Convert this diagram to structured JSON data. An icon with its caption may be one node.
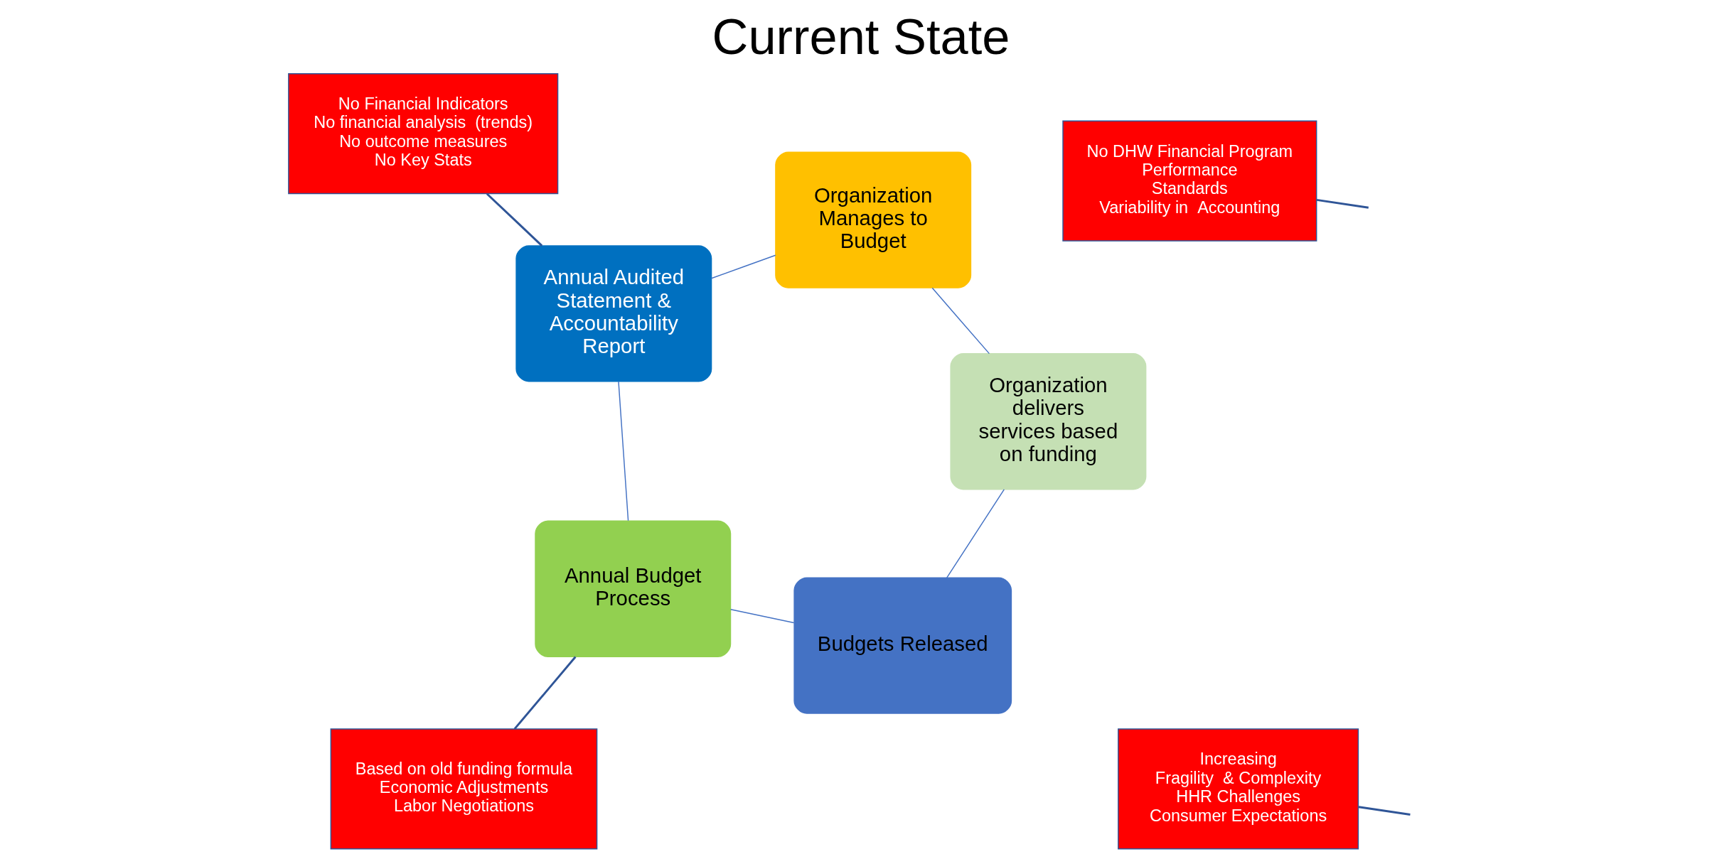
{
  "diagram": {
    "title": "Current State",
    "nodes": [
      {
        "text": [
          "Annual Budget Process"
        ]
      },
      {
        "text": [
          "Budgets Released"
        ]
      },
      {
        "text": [
          "Organization delivers  services based on funding"
        ]
      },
      {
        "text": [
          "Organization Manages to Budget"
        ]
      },
      {
        "text": [
          "Annual Audited Statement & Accountability Report"
        ]
      },
      {
        "text": [
          "No Financial Indicators",
          "No financial analysis  (trends)",
          "No outcome measures",
          "No Key Stats"
        ]
      },
      {
        "text": [
          "Based on old funding formula",
          "Economic Adjustments",
          "Labor Negotiations"
        ]
      },
      {
        "text": [
          "No DHW Financial Program",
          "Performance",
          "Standards",
          "Variability in  Accounting"
        ]
      },
      {
        "text": [
          "Increasing",
          "Fragility  & Complexity",
          "HHR Challenges",
          "Consumer Expectations"
        ]
      }
    ],
    "edges": [
      {
        "from": 0,
        "to": 1,
        "arrow": "none"
      },
      {
        "from": 1,
        "to": 2,
        "arrow": "none"
      },
      {
        "from": 2,
        "to": 3,
        "arrow": "none"
      },
      {
        "from": 3,
        "to": 4,
        "arrow": "none"
      },
      {
        "from": 4,
        "to": 0,
        "arrow": "none"
      },
      {
        "from": 5,
        "to": 4,
        "arrow": "none",
        "color": "#2f5597"
      },
      {
        "from": 6,
        "to": 0,
        "arrow": "none",
        "color": "#2f5597"
      },
      {
        "from": 7,
        "to": null,
        "arrow": "none",
        "color": "#2f5597"
      },
      {
        "from": 8,
        "to": null,
        "arrow": "none",
        "color": "#2f5597"
      }
    ]
  }
}
